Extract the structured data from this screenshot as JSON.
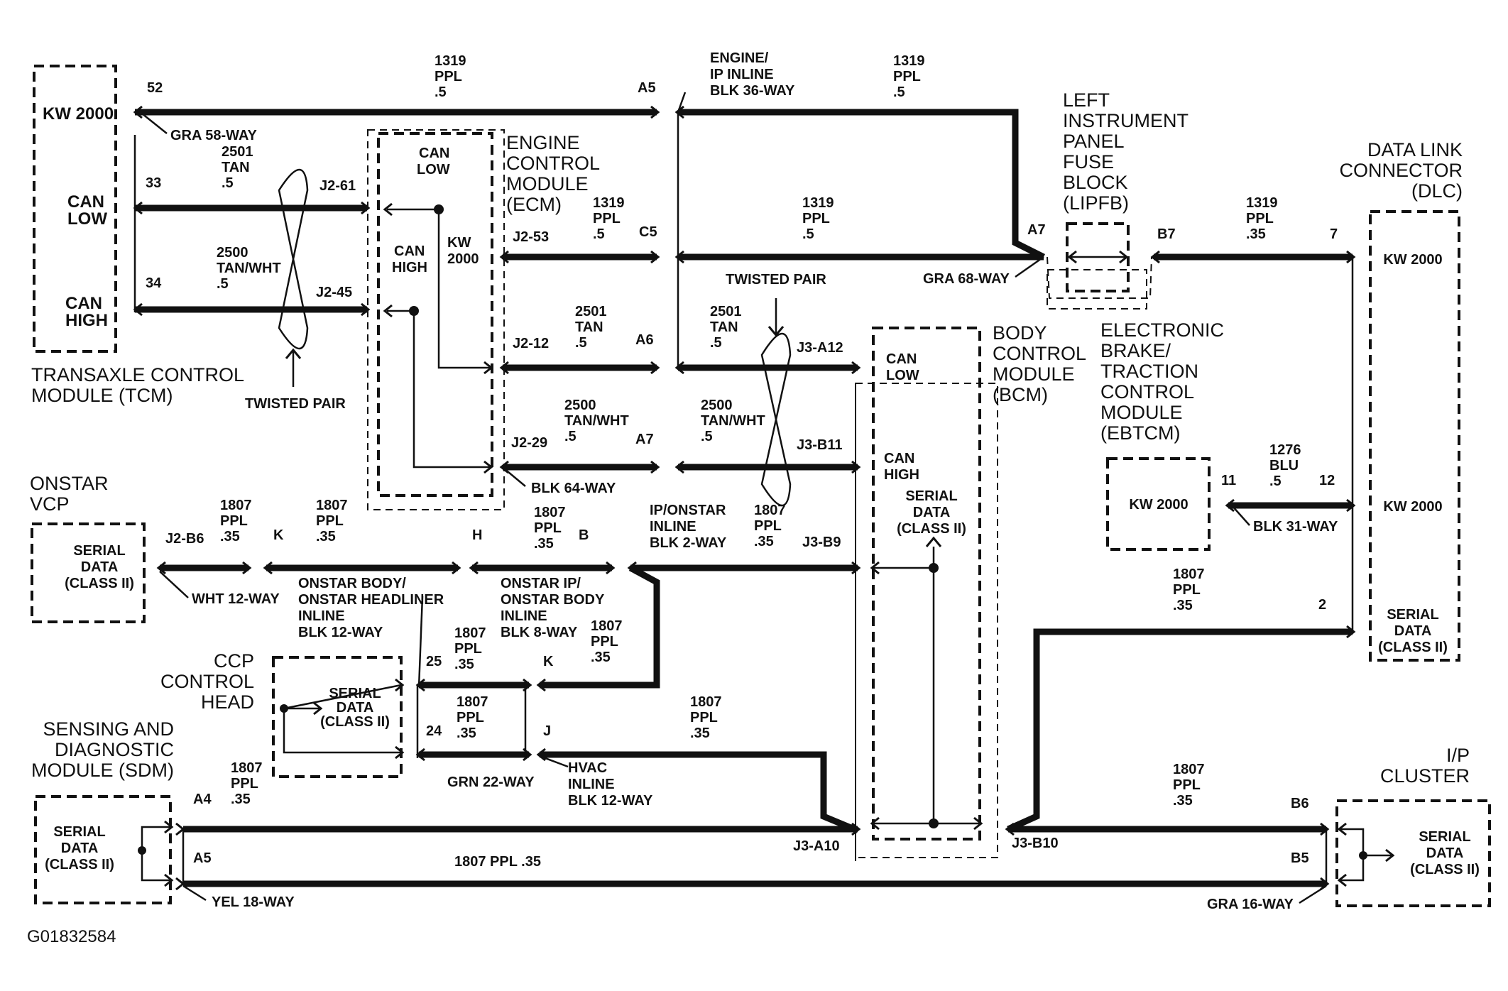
{
  "figure_id": "G01832584",
  "modules": {
    "tcm": {
      "name1": "TRANSAXLE CONTROL",
      "name2": "MODULE (TCM)",
      "kw": "KW 2000",
      "can_low1": "CAN",
      "can_low2": "LOW",
      "can_high1": "CAN",
      "can_high2": "HIGH"
    },
    "ecm": {
      "name1": "ENGINE",
      "name2": "CONTROL",
      "name3": "MODULE",
      "name4": "(ECM)",
      "can_low1": "CAN",
      "can_low2": "LOW",
      "can_high1": "CAN",
      "can_high2": "HIGH",
      "kw1": "KW",
      "kw2": "2000"
    },
    "lipfb": {
      "name1": "LEFT",
      "name2": "INSTRUMENT",
      "name3": "PANEL",
      "name4": "FUSE",
      "name5": "BLOCK",
      "name6": "(LIPFB)"
    },
    "dlc": {
      "name1": "DATA LINK",
      "name2": "CONNECTOR",
      "name3": "(DLC)",
      "kw_a": "KW 2000",
      "kw_b": "KW 2000",
      "sd1": "SERIAL",
      "sd2": "DATA",
      "sd3": "(CLASS II)"
    },
    "bcm": {
      "name1": "BODY",
      "name2": "CONTROL",
      "name3": "MODULE",
      "name4": "(BCM)",
      "can_low1": "CAN",
      "can_low2": "LOW",
      "can_high1": "CAN",
      "can_high2": "HIGH",
      "sd1": "SERIAL",
      "sd2": "DATA",
      "sd3": "(CLASS II)"
    },
    "ebtcm": {
      "name1": "ELECTRONIC",
      "name2": "BRAKE/",
      "name3": "TRACTION",
      "name4": "CONTROL",
      "name5": "MODULE",
      "name6": "(EBTCM)",
      "kw": "KW 2000"
    },
    "onstar": {
      "name1": "ONSTAR",
      "name2": "VCP",
      "sd1": "SERIAL",
      "sd2": "DATA",
      "sd3": "(CLASS II)"
    },
    "ccp": {
      "name1": "CCP",
      "name2": "CONTROL",
      "name3": "HEAD",
      "sd1": "SERIAL",
      "sd2": "DATA",
      "sd3": "(CLASS II)"
    },
    "sdm": {
      "name1": "SENSING AND",
      "name2": "DIAGNOSTIC",
      "name3": "MODULE (SDM)",
      "sd1": "SERIAL",
      "sd2": "DATA",
      "sd3": "(CLASS II)"
    },
    "ipc": {
      "name1": "I/P",
      "name2": "CLUSTER",
      "sd1": "SERIAL",
      "sd2": "DATA",
      "sd3": "(CLASS II)"
    }
  },
  "connectors": {
    "gra58": "GRA 58-WAY",
    "engine_ip1": "ENGINE/",
    "engine_ip2": "IP INLINE",
    "engine_ip3": "BLK 36-WAY",
    "gra68": "GRA 68-WAY",
    "blk64": "BLK 64-WAY",
    "blk31": "BLK 31-WAY",
    "wht12": "WHT 12-WAY",
    "onstar_body1": "ONSTAR BODY/",
    "onstar_body2": "ONSTAR HEADLINER",
    "onstar_body3": "INLINE",
    "onstar_body4": "BLK 12-WAY",
    "onstar_ip1": "ONSTAR IP/",
    "onstar_ip2": "ONSTAR BODY",
    "onstar_ip3": "INLINE",
    "onstar_ip4": "BLK 8-WAY",
    "ip_onstar1": "IP/ONSTAR",
    "ip_onstar2": "INLINE",
    "ip_onstar3": "BLK 2-WAY",
    "grn22": "GRN 22-WAY",
    "hvac1": "HVAC",
    "hvac2": "INLINE",
    "hvac3": "BLK 12-WAY",
    "yel18": "YEL 18-WAY",
    "gra16": "GRA 16-WAY",
    "twisted_a": "TWISTED PAIR",
    "twisted_b": "TWISTED PAIR"
  },
  "pins": {
    "p52": "52",
    "a5_top": "A5",
    "p33": "33",
    "p34": "34",
    "j2_61": "J2-61",
    "j2_45": "J2-45",
    "j2_53": "J2-53",
    "c5": "C5",
    "a7_lipfb": "A7",
    "b7": "B7",
    "p7": "7",
    "j2_12": "J2-12",
    "a6": "A6",
    "j3_a12": "J3-A12",
    "j2_29": "J2-29",
    "a7_ecm": "A7",
    "j3_b11": "J3-B11",
    "p11": "11",
    "p12": "12",
    "j2_b6": "J2-B6",
    "k1": "K",
    "h": "H",
    "b": "B",
    "j3_b9": "J3-B9",
    "p2": "2",
    "p25": "25",
    "k2": "K",
    "p24": "24",
    "j": "J",
    "a4": "A4",
    "j3_a10": "J3-A10",
    "j3_b10": "J3-B10",
    "b6": "B6",
    "a5_sdm": "A5",
    "b5": "B5"
  },
  "wires": {
    "w1319_a": [
      "1319",
      "PPL",
      ".5"
    ],
    "w1319_b": [
      "1319",
      "PPL",
      ".5"
    ],
    "w1319_c": [
      "1319",
      "PPL",
      ".5"
    ],
    "w1319_d": [
      "1319",
      "PPL",
      ".5"
    ],
    "w1319_e": [
      "1319",
      "PPL",
      ".35"
    ],
    "w2501_a": [
      "2501",
      "TAN",
      ".5"
    ],
    "w2500_a": [
      "2500",
      "TAN/WHT",
      ".5"
    ],
    "w2501_b": [
      "2501",
      "TAN",
      ".5"
    ],
    "w2501_c": [
      "2501",
      "TAN",
      ".5"
    ],
    "w2500_b": [
      "2500",
      "TAN/WHT",
      ".5"
    ],
    "w2500_c": [
      "2500",
      "TAN/WHT",
      ".5"
    ],
    "w1276": [
      "1276",
      "BLU",
      ".5"
    ],
    "w1807_a": [
      "1807",
      "PPL",
      ".35"
    ],
    "w1807_b": [
      "1807",
      "PPL",
      ".35"
    ],
    "w1807_c": [
      "1807",
      "PPL",
      ".35"
    ],
    "w1807_d": [
      "1807",
      "PPL",
      ".35"
    ],
    "w1807_e": [
      "1807",
      "PPL",
      ".35"
    ],
    "w1807_f": [
      "1807",
      "PPL",
      ".35"
    ],
    "w1807_g": [
      "1807",
      "PPL",
      ".35"
    ],
    "w1807_h": [
      "1807",
      "PPL",
      ".35"
    ],
    "w1807_i": [
      "1807",
      "PPL",
      ".35"
    ],
    "w1807_j": [
      "1807",
      "PPL",
      ".35"
    ],
    "w1807_k": [
      "1807",
      "PPL",
      ".35"
    ],
    "w1807_line": "1807 PPL .35"
  }
}
